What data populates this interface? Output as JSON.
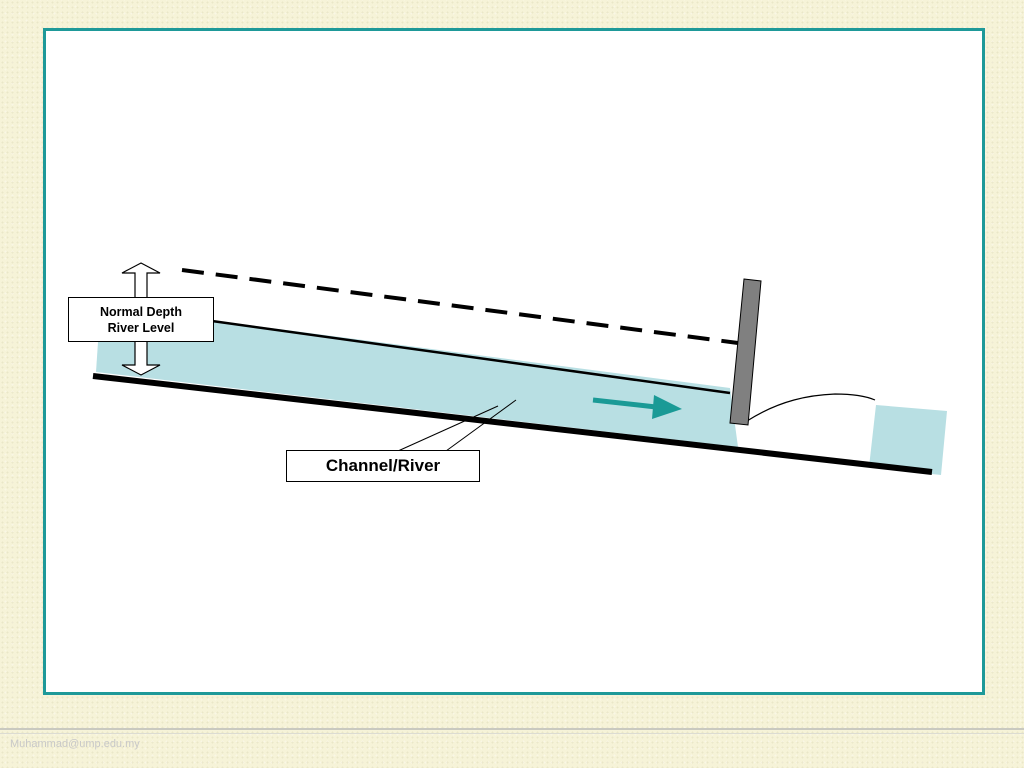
{
  "labels": {
    "normal_depth_line1": "Normal Depth",
    "normal_depth_line2": "River Level",
    "channel": "Channel/River"
  },
  "footer": {
    "email": "Muhammad@ump.edu.my"
  },
  "colors": {
    "frame_border": "#1e9999",
    "water": "#b8dfe3",
    "flow_arrow": "#1a9a96",
    "gate": "#808080",
    "background": "#f6f3d8"
  },
  "icons": [
    "double-headed-arrow-icon",
    "flow-direction-arrow-icon"
  ]
}
